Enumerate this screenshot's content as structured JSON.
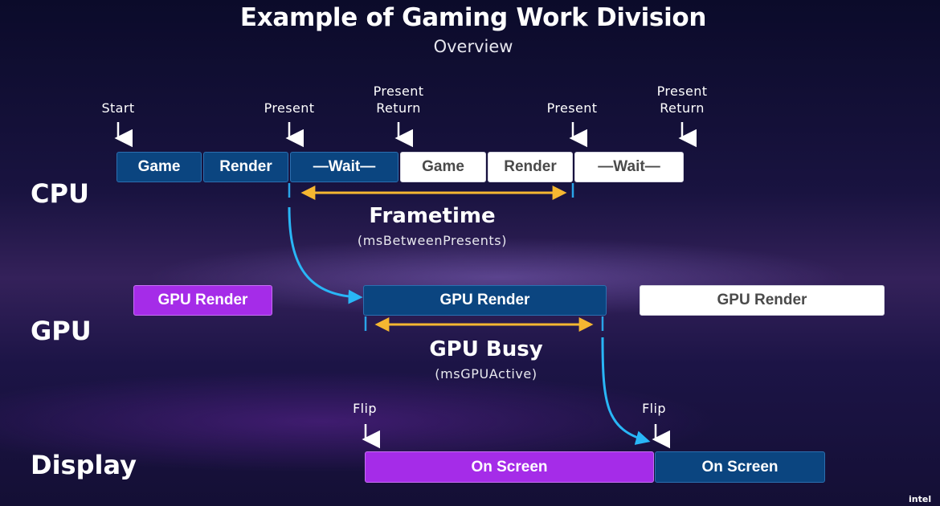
{
  "header": {
    "title": "Example of Gaming Work Division",
    "subtitle": "Overview"
  },
  "rows": {
    "cpu": "CPU",
    "gpu": "GPU",
    "display": "Display"
  },
  "cpu_markers": {
    "start": "Start",
    "present_1": "Present",
    "present_return_1": "Present\nReturn",
    "present_2": "Present",
    "present_return_2": "Present\nReturn"
  },
  "cpu_blocks": [
    "Game",
    "Render",
    "—Wait—",
    "Game",
    "Render",
    "—Wait—"
  ],
  "frametime": {
    "label": "Frametime",
    "metric": "(msBetweenPresents)"
  },
  "gpu_blocks": [
    "GPU Render",
    "GPU Render",
    "GPU Render"
  ],
  "gpu_busy": {
    "label": "GPU Busy",
    "metric": "(msGPUActive)"
  },
  "display_markers": {
    "flip_1": "Flip",
    "flip_2": "Flip"
  },
  "display_blocks": [
    "On Screen",
    "On Screen"
  ],
  "colors": {
    "blue_block": "#0b4580",
    "white_block": "#ffffff",
    "purple_block": "#a52ce8",
    "span_arrow": "#f5b731",
    "link_arrow": "#29b6f6",
    "tick": "#2aa4e8"
  },
  "brand": {
    "logo": "intel"
  }
}
